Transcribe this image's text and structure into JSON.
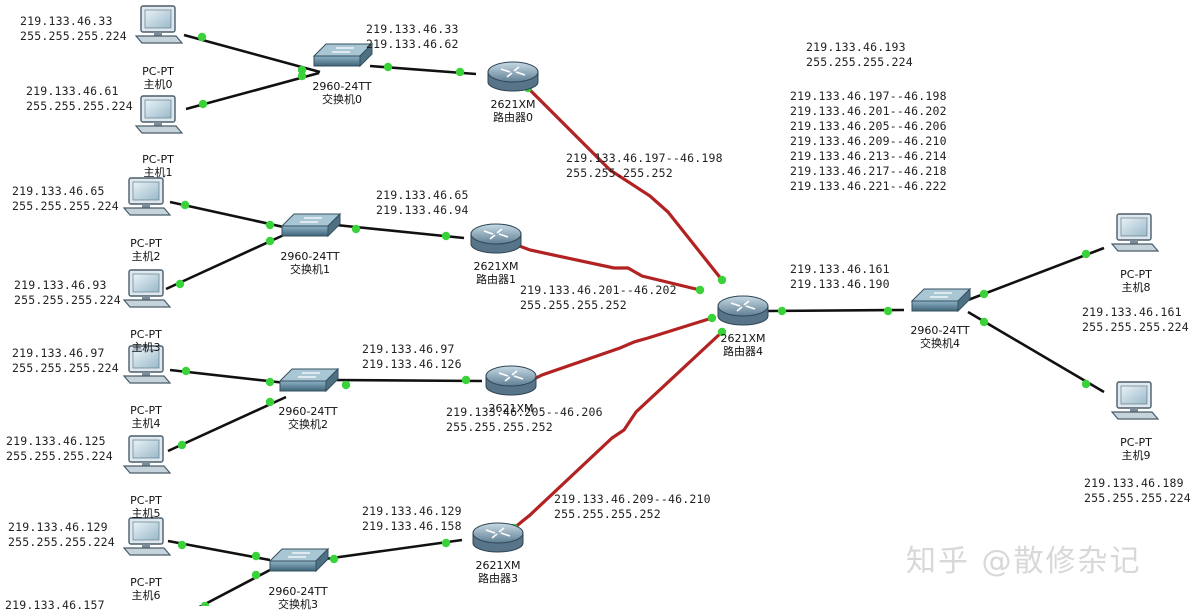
{
  "devices": [
    {
      "id": "pc0",
      "type": "pc",
      "model": "PC-PT",
      "name": "主机0"
    },
    {
      "id": "pc1",
      "type": "pc",
      "model": "PC-PT",
      "name": "主机1"
    },
    {
      "id": "pc2",
      "type": "pc",
      "model": "PC-PT",
      "name": "主机2"
    },
    {
      "id": "pc3",
      "type": "pc",
      "model": "PC-PT",
      "name": "主机3"
    },
    {
      "id": "pc4",
      "type": "pc",
      "model": "PC-PT",
      "name": "主机4"
    },
    {
      "id": "pc5",
      "type": "pc",
      "model": "PC-PT",
      "name": "主机5"
    },
    {
      "id": "pc6",
      "type": "pc",
      "model": "PC-PT",
      "name": "主机6"
    },
    {
      "id": "pc8",
      "type": "pc",
      "model": "PC-PT",
      "name": "主机8"
    },
    {
      "id": "pc9",
      "type": "pc",
      "model": "PC-PT",
      "name": "主机9"
    },
    {
      "id": "sw0",
      "type": "switch",
      "model": "2960-24TT",
      "name": "交换机0"
    },
    {
      "id": "sw1",
      "type": "switch",
      "model": "2960-24TT",
      "name": "交换机1"
    },
    {
      "id": "sw2",
      "type": "switch",
      "model": "2960-24TT",
      "name": "交换机2"
    },
    {
      "id": "sw3",
      "type": "switch",
      "model": "2960-24TT",
      "name": "交换机3"
    },
    {
      "id": "sw4",
      "type": "switch",
      "model": "2960-24TT",
      "name": "交换机4"
    },
    {
      "id": "r0",
      "type": "router",
      "model": "2621XM",
      "name": "路由器0"
    },
    {
      "id": "r1",
      "type": "router",
      "model": "2621XM",
      "name": "路由器1"
    },
    {
      "id": "r2",
      "type": "router",
      "model": "2621XM",
      "name": ""
    },
    {
      "id": "r3",
      "type": "router",
      "model": "2621XM",
      "name": "路由器3"
    },
    {
      "id": "r4",
      "type": "router",
      "model": "2621XM",
      "name": "路由器4"
    }
  ],
  "links": [
    {
      "from": "pc0",
      "to": "sw0",
      "kind": "ethernet"
    },
    {
      "from": "pc1",
      "to": "sw0",
      "kind": "ethernet"
    },
    {
      "from": "sw0",
      "to": "r0",
      "kind": "ethernet"
    },
    {
      "from": "pc2",
      "to": "sw1",
      "kind": "ethernet"
    },
    {
      "from": "pc3",
      "to": "sw1",
      "kind": "ethernet"
    },
    {
      "from": "sw1",
      "to": "r1",
      "kind": "ethernet"
    },
    {
      "from": "pc4",
      "to": "sw2",
      "kind": "ethernet"
    },
    {
      "from": "pc5",
      "to": "sw2",
      "kind": "ethernet"
    },
    {
      "from": "sw2",
      "to": "r2",
      "kind": "ethernet"
    },
    {
      "from": "pc6",
      "to": "sw3",
      "kind": "ethernet"
    },
    {
      "from": "pc7",
      "to": "sw3",
      "kind": "ethernet"
    },
    {
      "from": "sw3",
      "to": "r3",
      "kind": "ethernet"
    },
    {
      "from": "r0",
      "to": "r4",
      "kind": "serial"
    },
    {
      "from": "r1",
      "to": "r4",
      "kind": "serial"
    },
    {
      "from": "r2",
      "to": "r4",
      "kind": "serial"
    },
    {
      "from": "r3",
      "to": "r4",
      "kind": "serial"
    },
    {
      "from": "r4",
      "to": "sw4",
      "kind": "ethernet"
    },
    {
      "from": "sw4",
      "to": "pc8",
      "kind": "ethernet"
    },
    {
      "from": "sw4",
      "to": "pc9",
      "kind": "ethernet"
    }
  ],
  "labels": [
    {
      "id": "pc0-ip",
      "lines": [
        "219.133.46.33",
        "255.255.255.224"
      ]
    },
    {
      "id": "pc1-ip",
      "lines": [
        "219.133.46.61",
        "255.255.255.224"
      ]
    },
    {
      "id": "pc2-ip",
      "lines": [
        "219.133.46.65",
        "255.255.255.224"
      ]
    },
    {
      "id": "pc3-ip",
      "lines": [
        "219.133.46.93",
        "255.255.255.224"
      ]
    },
    {
      "id": "pc4-ip",
      "lines": [
        "219.133.46.97",
        "255.255.255.224"
      ]
    },
    {
      "id": "pc5-ip",
      "lines": [
        "219.133.46.125",
        "255.255.255.224"
      ]
    },
    {
      "id": "pc6-ip",
      "lines": [
        "219.133.46.129",
        "255.255.255.224"
      ]
    },
    {
      "id": "pc7-ip",
      "lines": [
        "219.133.46.157"
      ]
    },
    {
      "id": "lan0-range",
      "lines": [
        "219.133.46.33",
        "219.133.46.62"
      ]
    },
    {
      "id": "lan1-range",
      "lines": [
        "219.133.46.65",
        "219.133.46.94"
      ]
    },
    {
      "id": "lan2-range",
      "lines": [
        "219.133.46.97",
        "219.133.46.126"
      ]
    },
    {
      "id": "lan3-range",
      "lines": [
        "219.133.46.129",
        "219.133.46.158"
      ]
    },
    {
      "id": "serial0",
      "lines": [
        "219.133.46.197--46.198",
        "255.255.255.252"
      ]
    },
    {
      "id": "serial1",
      "lines": [
        "219.133.46.201--46.202",
        "255.255.255.252"
      ]
    },
    {
      "id": "serial2",
      "lines": [
        "219.133.46.205--46.206",
        "255.255.255.252"
      ]
    },
    {
      "id": "serial3",
      "lines": [
        "219.133.46.209--46.210",
        "255.255.255.252"
      ]
    },
    {
      "id": "subnet-summary",
      "lines": [
        "219.133.46.193",
        "255.255.255.224"
      ]
    },
    {
      "id": "serial-list",
      "lines": [
        "219.133.46.197--46.198",
        "219.133.46.201--46.202",
        "219.133.46.205--46.206",
        "219.133.46.209--46.210",
        "219.133.46.213--46.214",
        "219.133.46.217--46.218",
        "219.133.46.221--46.222"
      ]
    },
    {
      "id": "lan4-range",
      "lines": [
        "219.133.46.161",
        "219.133.46.190"
      ]
    },
    {
      "id": "pc8-ip",
      "lines": [
        "219.133.46.161",
        "255.255.255.224"
      ]
    },
    {
      "id": "pc9-ip",
      "lines": [
        "219.133.46.189",
        "255.255.255.224"
      ]
    }
  ],
  "watermark": "知乎 @散修杂记",
  "colors": {
    "ethernet": "#111111",
    "serial": "#b22222",
    "port": "#39d339",
    "port_dark": "#1f7a1f"
  }
}
